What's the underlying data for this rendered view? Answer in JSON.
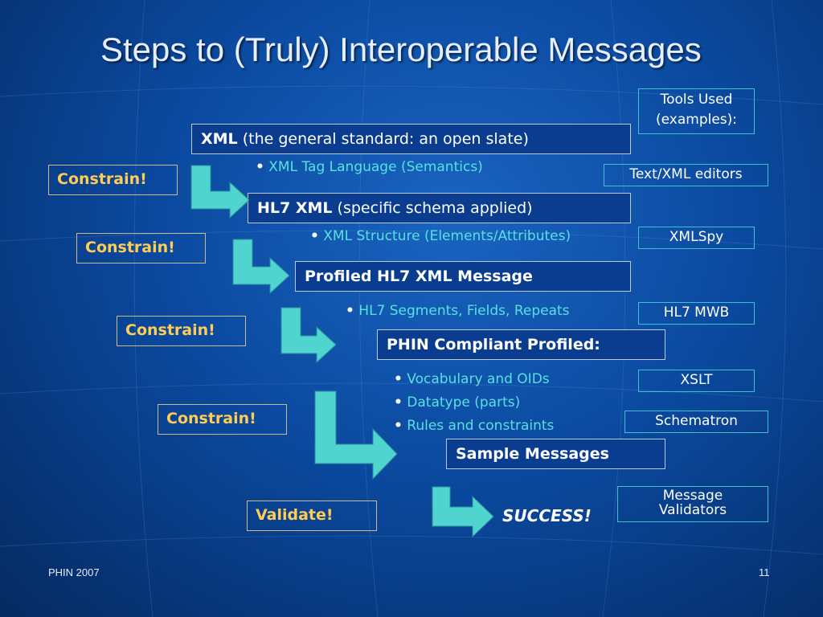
{
  "slide": {
    "title": "Steps to (Truly) Interoperable Messages",
    "footer_left": "PHIN 2007",
    "page_number": "11"
  },
  "messages": [
    {
      "bold": "XML",
      "rest": " (the general standard: an open slate)"
    },
    {
      "bold": "HL7 XML",
      "rest": " (specific schema applied)"
    },
    {
      "bold": "Profiled HL7 XML Message",
      "rest": ""
    },
    {
      "bold": "PHIN Compliant Profiled:",
      "rest": ""
    },
    {
      "bold": "Sample Messages",
      "rest": ""
    }
  ],
  "steps": [
    "Constrain!",
    "Constrain!",
    "Constrain!",
    "Constrain!",
    "Validate!"
  ],
  "bullets": [
    "XML Tag Language (Semantics)",
    "XML Structure (Elements/Attributes)",
    "HL7 Segments, Fields, Repeats",
    "Vocabulary and OIDs",
    "Datatype (parts)",
    "Rules and constraints"
  ],
  "tools": [
    "Tools Used (examples):",
    "Text/XML editors",
    "XMLSpy",
    "HL7 MWB",
    "XSLT",
    "Schematron",
    "Message Validators"
  ],
  "success_text": "SUCCESS!",
  "colors": {
    "background": "#0b4aa0",
    "step_text": "#ffcc55",
    "bullet_text": "#57e2e2",
    "arrow_fill": "#4fd4d0",
    "tool_border": "#3fc2cf"
  }
}
